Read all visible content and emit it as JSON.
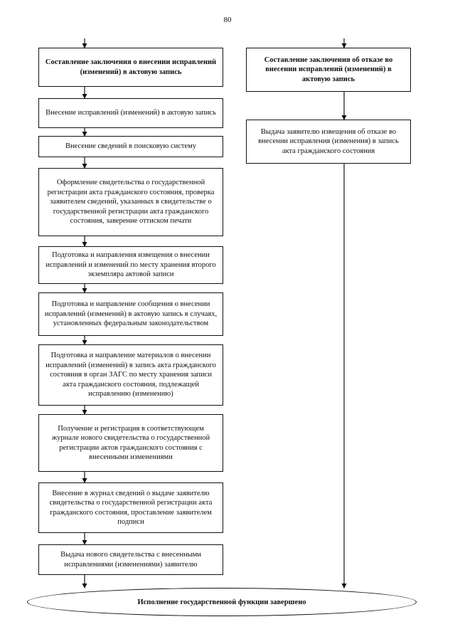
{
  "page_number": "80",
  "left_column": [
    "Составление заключения о внесении исправлений (изменений) в актовую запись",
    "Внесение исправлений (изменений) в актовую запись",
    "Внесение сведений в поисковую систему",
    "Оформление свидетельства о государственной регистрации акта гражданского состояния, проверка заявителем сведений, указанных в свидетельстве о государственной регистрации акта гражданского состояния, заверение оттиском печати",
    "Подготовка и направления извещения о внесении исправлений и изменений по месту хранения второго экземпляра актовой записи",
    "Подготовка и направление сообщения о внесении исправлений (изменений) в актовую запись в случаях, установленных федеральным законодательством",
    "Подготовка и направление материалов о внесении исправлений (изменений) в запись акта гражданского состояния в орган ЗАГС по месту хранения записи акта гражданского состояния, подлежащей исправлению (изменению)",
    "Получение и регистрация в соответствующем журнале нового свидетельства о государственной регистрации актов гражданского состояния с внесенными изменениями",
    "Внесение в журнал сведений о выдаче заявителю свидетельства о государственной регистрации акта гражданского состояния, проставление заявителем подписи",
    "Выдача нового свидетельства с внесенными исправлениями (изменениями) заявителю"
  ],
  "right_column": [
    "Составление заключения об отказе во внесении исправлений (изменений) в актовую запись",
    "Выдача заявителю извещения об отказе во внесении исправления (изменения) в запись акта гражданского состояния"
  ],
  "final_step": "Исполнение государственной функции завершено"
}
